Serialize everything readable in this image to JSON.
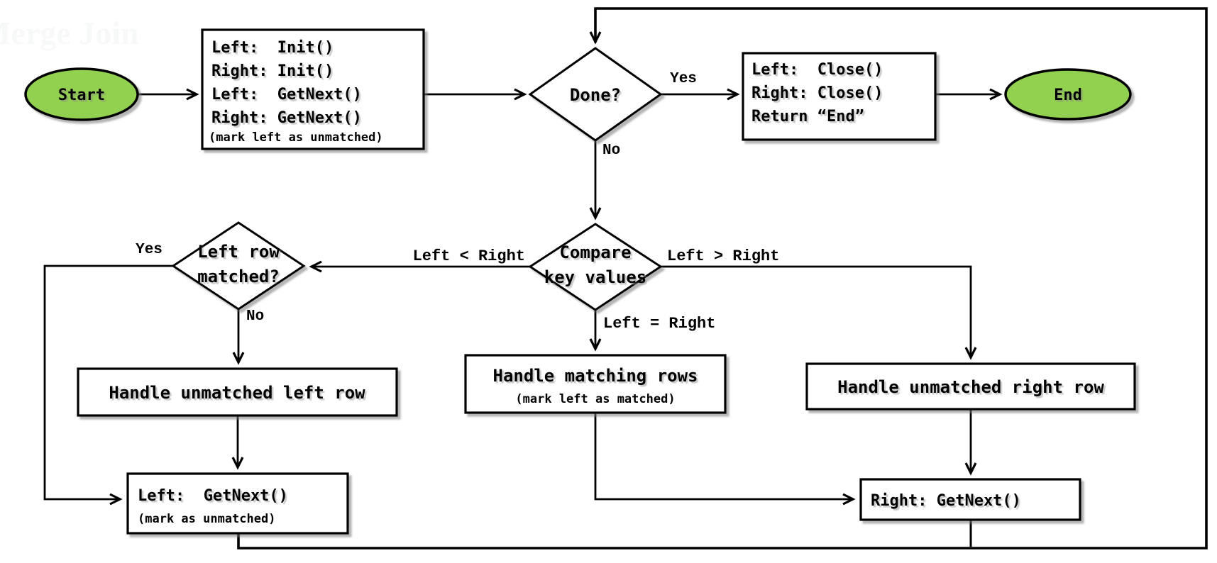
{
  "watermark": "Merge Join",
  "colors": {
    "terminal_fill": "#92d050",
    "stroke": "#000000",
    "box_fill": "#ffffff"
  },
  "nodes": {
    "start": {
      "label": "Start"
    },
    "init": {
      "lines": [
        "Left:  Init()",
        "Right: Init()",
        "Left:  GetNext()",
        "Right: GetNext()"
      ],
      "note": "(mark left as unmatched)"
    },
    "done": {
      "label": "Done?"
    },
    "close": {
      "lines": [
        "Left:  Close()",
        "Right: Close()",
        "Return “End”"
      ]
    },
    "end": {
      "label": "End"
    },
    "compare": {
      "lines": [
        "Compare",
        "key values"
      ]
    },
    "matched": {
      "lines": [
        "Left row",
        "matched?"
      ]
    },
    "handle_left": {
      "label": "Handle unmatched left row"
    },
    "handle_match": {
      "label": "Handle matching rows",
      "note": "(mark left as matched)"
    },
    "handle_right": {
      "label": "Handle unmatched right row"
    },
    "left_getnext": {
      "label": "Left:  GetNext()",
      "note": "(mark as unmatched)"
    },
    "right_getnext": {
      "label": "Right: GetNext()"
    }
  },
  "edge_labels": {
    "done_yes": "Yes",
    "done_no": "No",
    "lt": "Left < Right",
    "gt": "Left > Right",
    "eq": "Left = Right",
    "matched_yes": "Yes",
    "matched_no": "No"
  }
}
